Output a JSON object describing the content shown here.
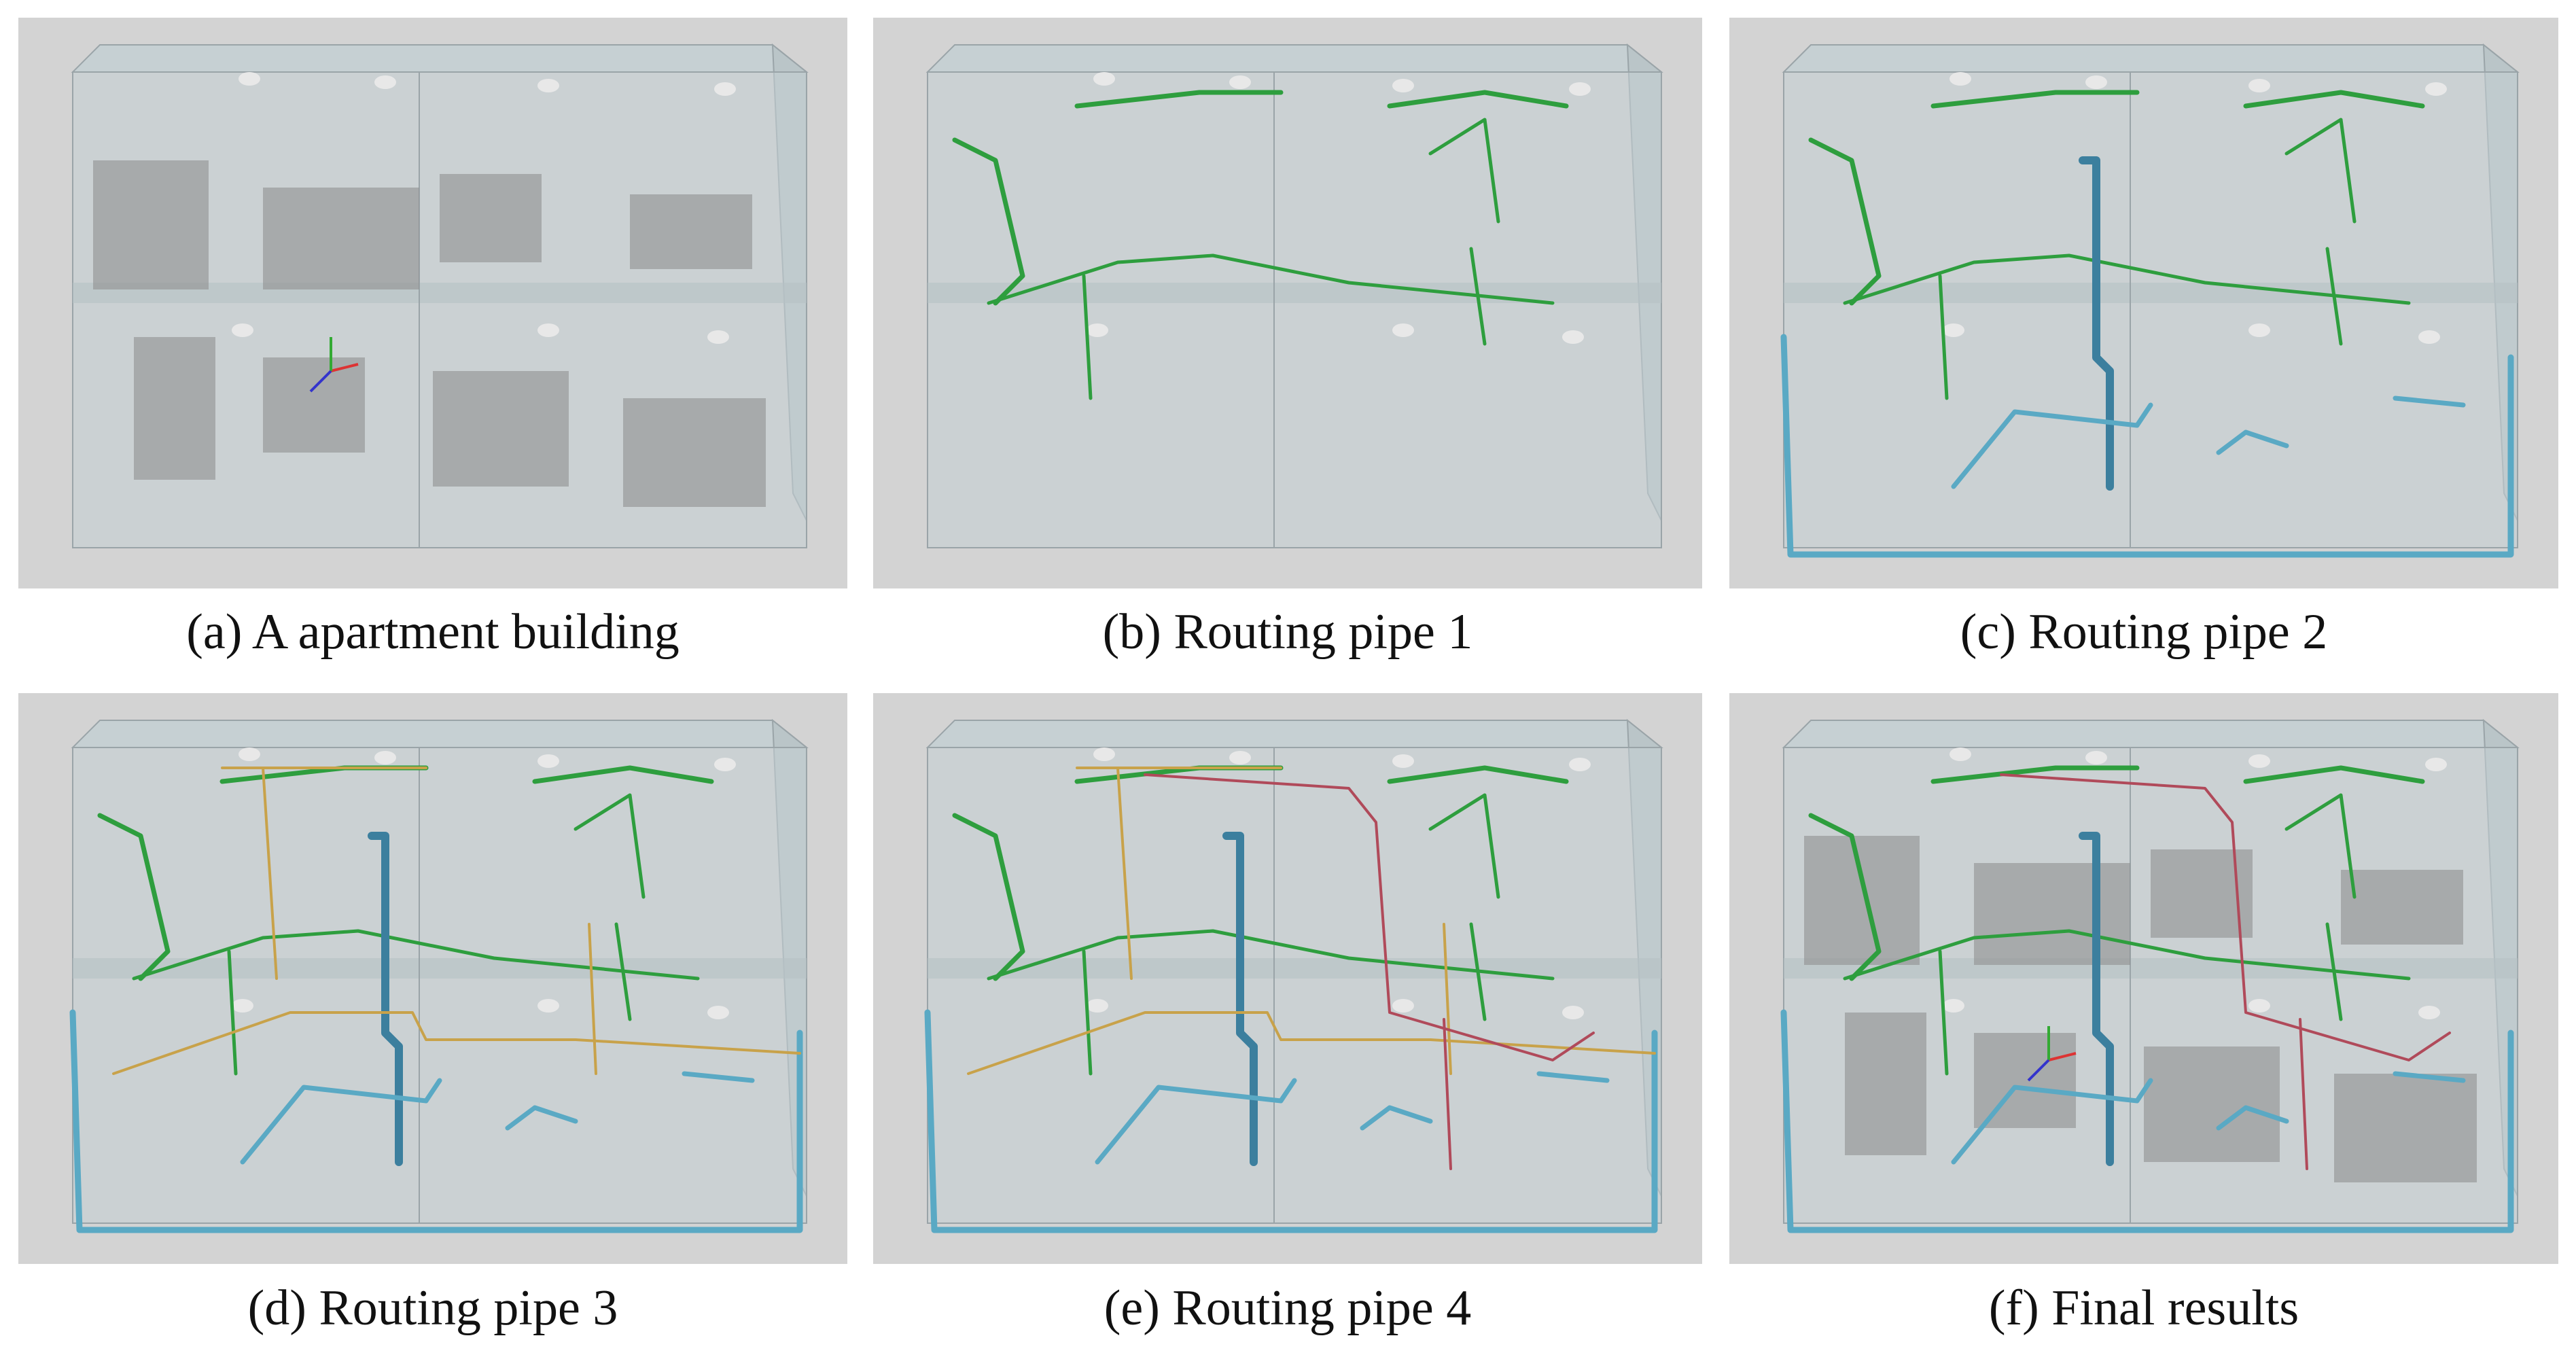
{
  "figure": {
    "panels": [
      {
        "id": "a",
        "caption": "(a) A apartment building",
        "pipes": [],
        "rooms": true,
        "axes": true
      },
      {
        "id": "b",
        "caption": "(b) Routing pipe 1",
        "pipes": [
          "green"
        ],
        "rooms": false,
        "axes": false
      },
      {
        "id": "c",
        "caption": "(c) Routing pipe 2",
        "pipes": [
          "green",
          "blue"
        ],
        "rooms": false,
        "axes": false
      },
      {
        "id": "d",
        "caption": "(d) Routing pipe 3",
        "pipes": [
          "green",
          "blue",
          "yellow"
        ],
        "rooms": false,
        "axes": false
      },
      {
        "id": "e",
        "caption": "(e) Routing pipe 4",
        "pipes": [
          "green",
          "blue",
          "yellow",
          "red"
        ],
        "rooms": false,
        "axes": false
      },
      {
        "id": "f",
        "caption": "(f) Final results",
        "pipes": [
          "green",
          "blue",
          "red"
        ],
        "rooms": true,
        "axes": true
      }
    ]
  },
  "colors": {
    "panel_bg": "#d3d3d3",
    "building_fill": "#c4cfd3",
    "building_edge": "#9aa4a8",
    "pipe_green": "#2e9e3e",
    "pipe_blue": "#5aa9c4",
    "pipe_blue_dark": "#3c7f9e",
    "pipe_yellow": "#c8a24a",
    "pipe_red": "#b04a5a",
    "room_window": "#8a8a8a",
    "fixture": "#e8e8e8"
  }
}
